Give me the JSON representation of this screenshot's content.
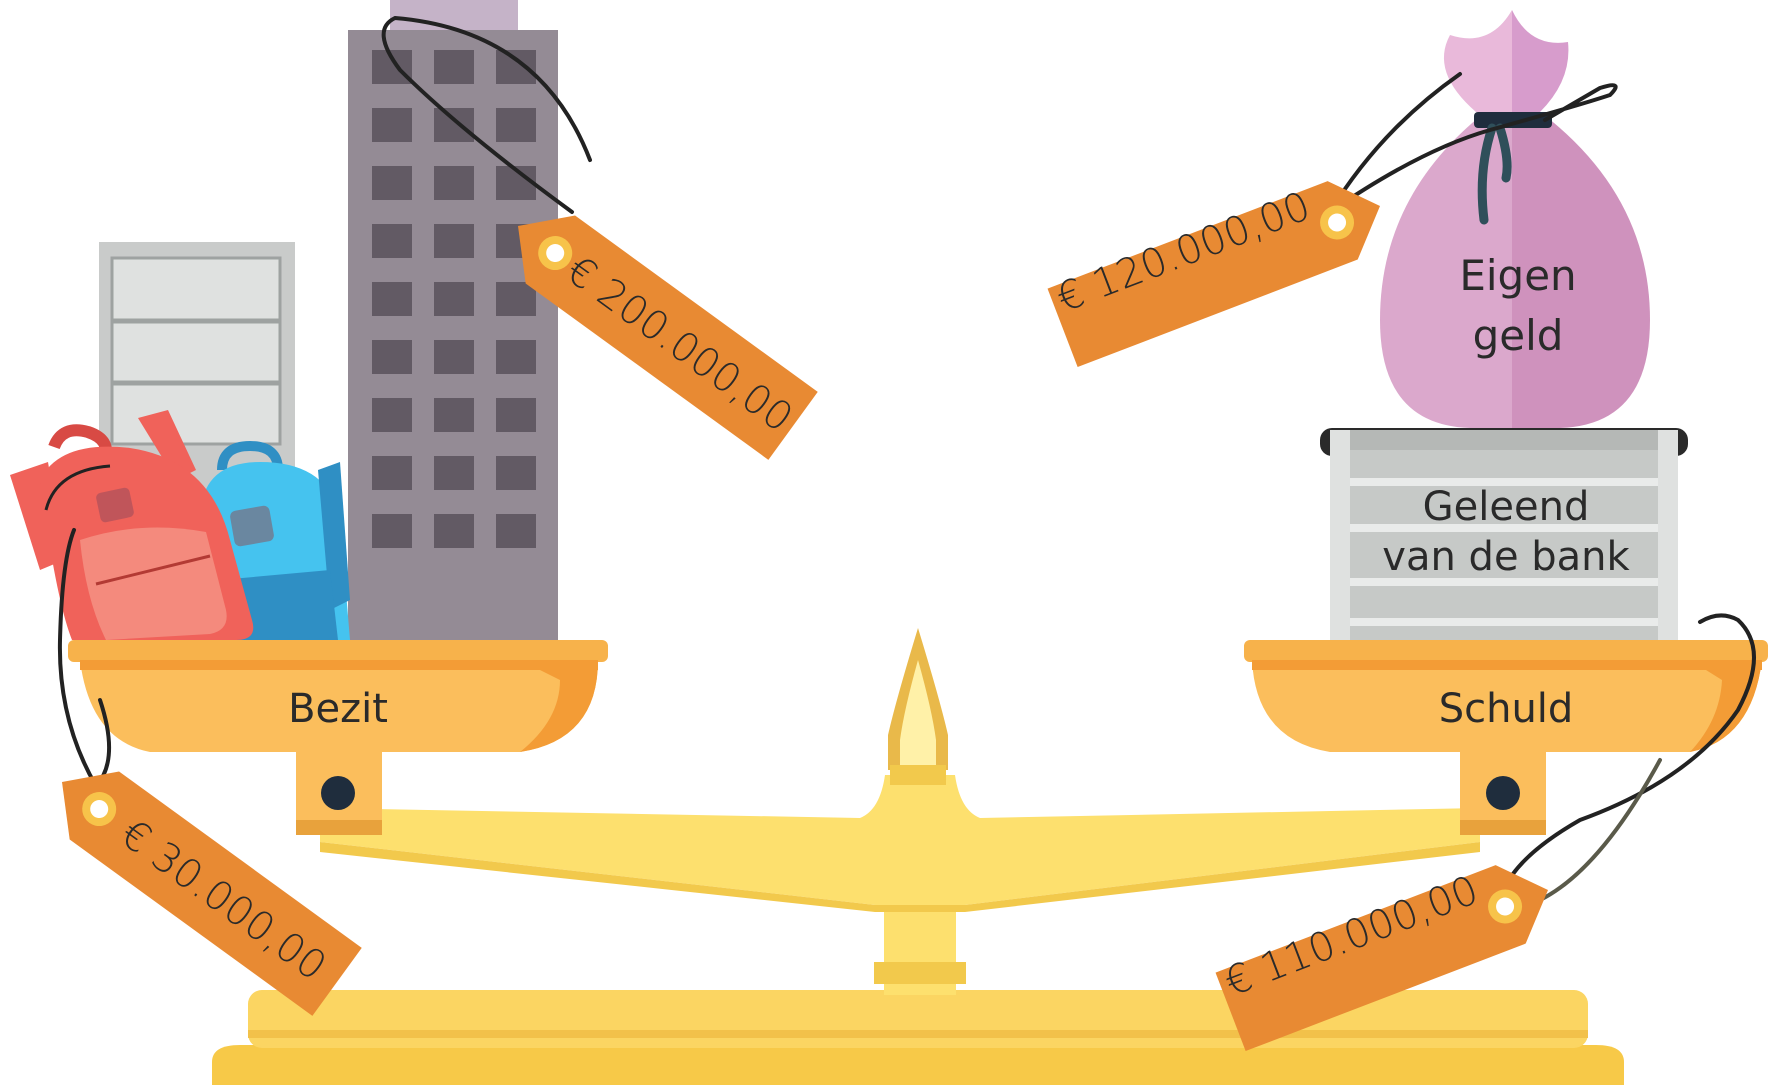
{
  "labels": {
    "left_pan": "Bezit",
    "right_pan": "Schuld",
    "bag_line1": "Eigen",
    "bag_line2": "geld",
    "box_line1": "Geleend",
    "box_line2": "van de bank"
  },
  "price_tags": {
    "building": "€ 200.000,00",
    "own_money": "€ 120.000,00",
    "backpacks": "€ 30.000,00",
    "bank_loan": "€ 110.000,00"
  },
  "colors": {
    "tag": "#e88a33",
    "tag_shadow": "#d8772a",
    "pan": "#fbbe5c",
    "pan_dark": "#f39c36",
    "beam": "#fde06e",
    "beam_dark": "#f2c94c",
    "building": "#948b95",
    "window": "#625a64",
    "bag": "#dba8cc",
    "bag_dark": "#cf92bd",
    "box": "#c6c9c7",
    "backpack_red": "#f0625a",
    "backpack_blue": "#45c3ef"
  },
  "icons": [
    "building-icon",
    "cabinet-icon",
    "backpack-icon",
    "money-bag-icon",
    "storage-box-icon",
    "balance-scale-icon"
  ]
}
